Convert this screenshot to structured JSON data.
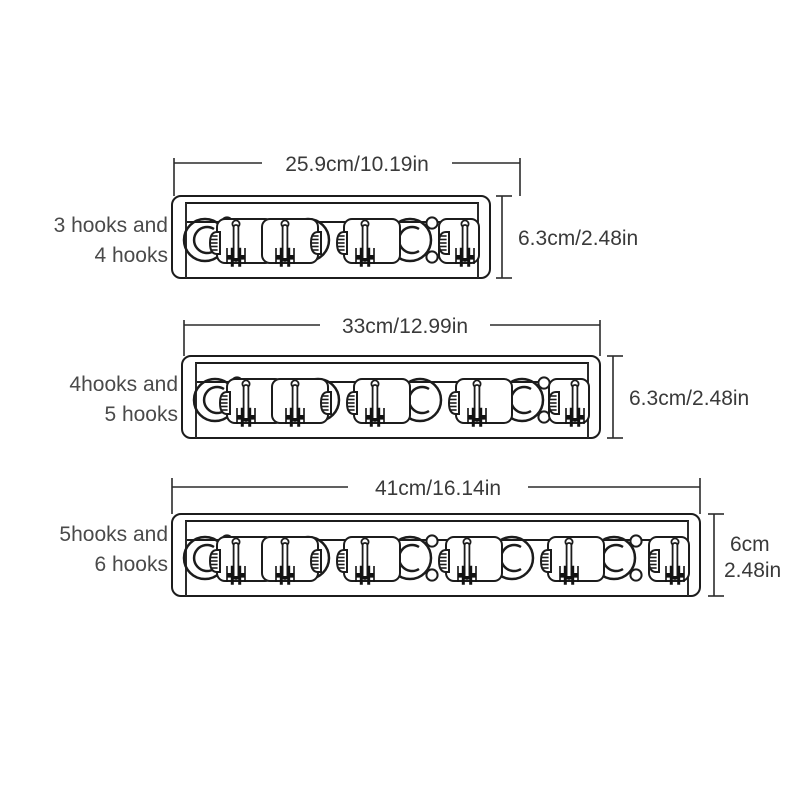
{
  "page": {
    "title": "Wall Mounted Mop Broom Holder Size Chart",
    "background_color": "#ffffff",
    "line_color": "#1c1c1c",
    "text_color": "#3a3a3a"
  },
  "products": [
    {
      "id": "product-small",
      "side_label_line1": "3 hooks and",
      "side_label_line2": "4 hooks",
      "width_label": "25.9cm/10.19in",
      "height_label": "6.3cm/2.48in",
      "height_label_line1": "6.3cm/2.48in",
      "height_label_line2": "",
      "hook_count": 4,
      "ring_count": 3,
      "width_cm": 25.9,
      "width_in": 10.19,
      "height_cm": 6.3,
      "height_in": 2.48
    },
    {
      "id": "product-medium",
      "side_label_line1": "4hooks and",
      "side_label_line2": "5 hooks",
      "width_label": "33cm/12.99in",
      "height_label": "6.3cm/2.48in",
      "height_label_line1": "6.3cm/2.48in",
      "height_label_line2": "",
      "hook_count": 5,
      "ring_count": 4,
      "width_cm": 33,
      "width_in": 12.99,
      "height_cm": 6.3,
      "height_in": 2.48
    },
    {
      "id": "product-large",
      "side_label_line1": "5hooks and",
      "side_label_line2": "6 hooks",
      "width_label": "41cm/16.14in",
      "height_label": "6cm 2.48in",
      "height_label_line1": "6cm",
      "height_label_line2": "2.48in",
      "hook_count": 6,
      "ring_count": 5,
      "width_cm": 41,
      "width_in": 16.14,
      "height_cm": 6,
      "height_in": 2.48
    }
  ]
}
